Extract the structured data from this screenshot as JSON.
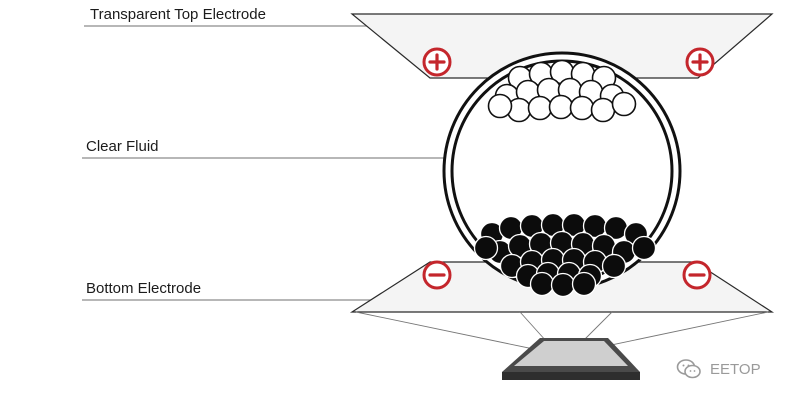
{
  "labels": {
    "top_electrode": "Transparent Top Electrode",
    "clear_fluid": "Clear Fluid",
    "bottom_electrode": "Bottom Electrode"
  },
  "charges": {
    "top": [
      "+",
      "+"
    ],
    "bottom": [
      "−",
      "−"
    ]
  },
  "particles": {
    "white_count": 18,
    "black_count": 30
  },
  "watermark": {
    "text": "EETOP",
    "icon": "wechat-icon"
  },
  "colors": {
    "charge_red": "#c4262c",
    "line_gray": "#8c8c8c",
    "outline": "#1a1a1a",
    "panel_fill": "#f4f4f4"
  }
}
